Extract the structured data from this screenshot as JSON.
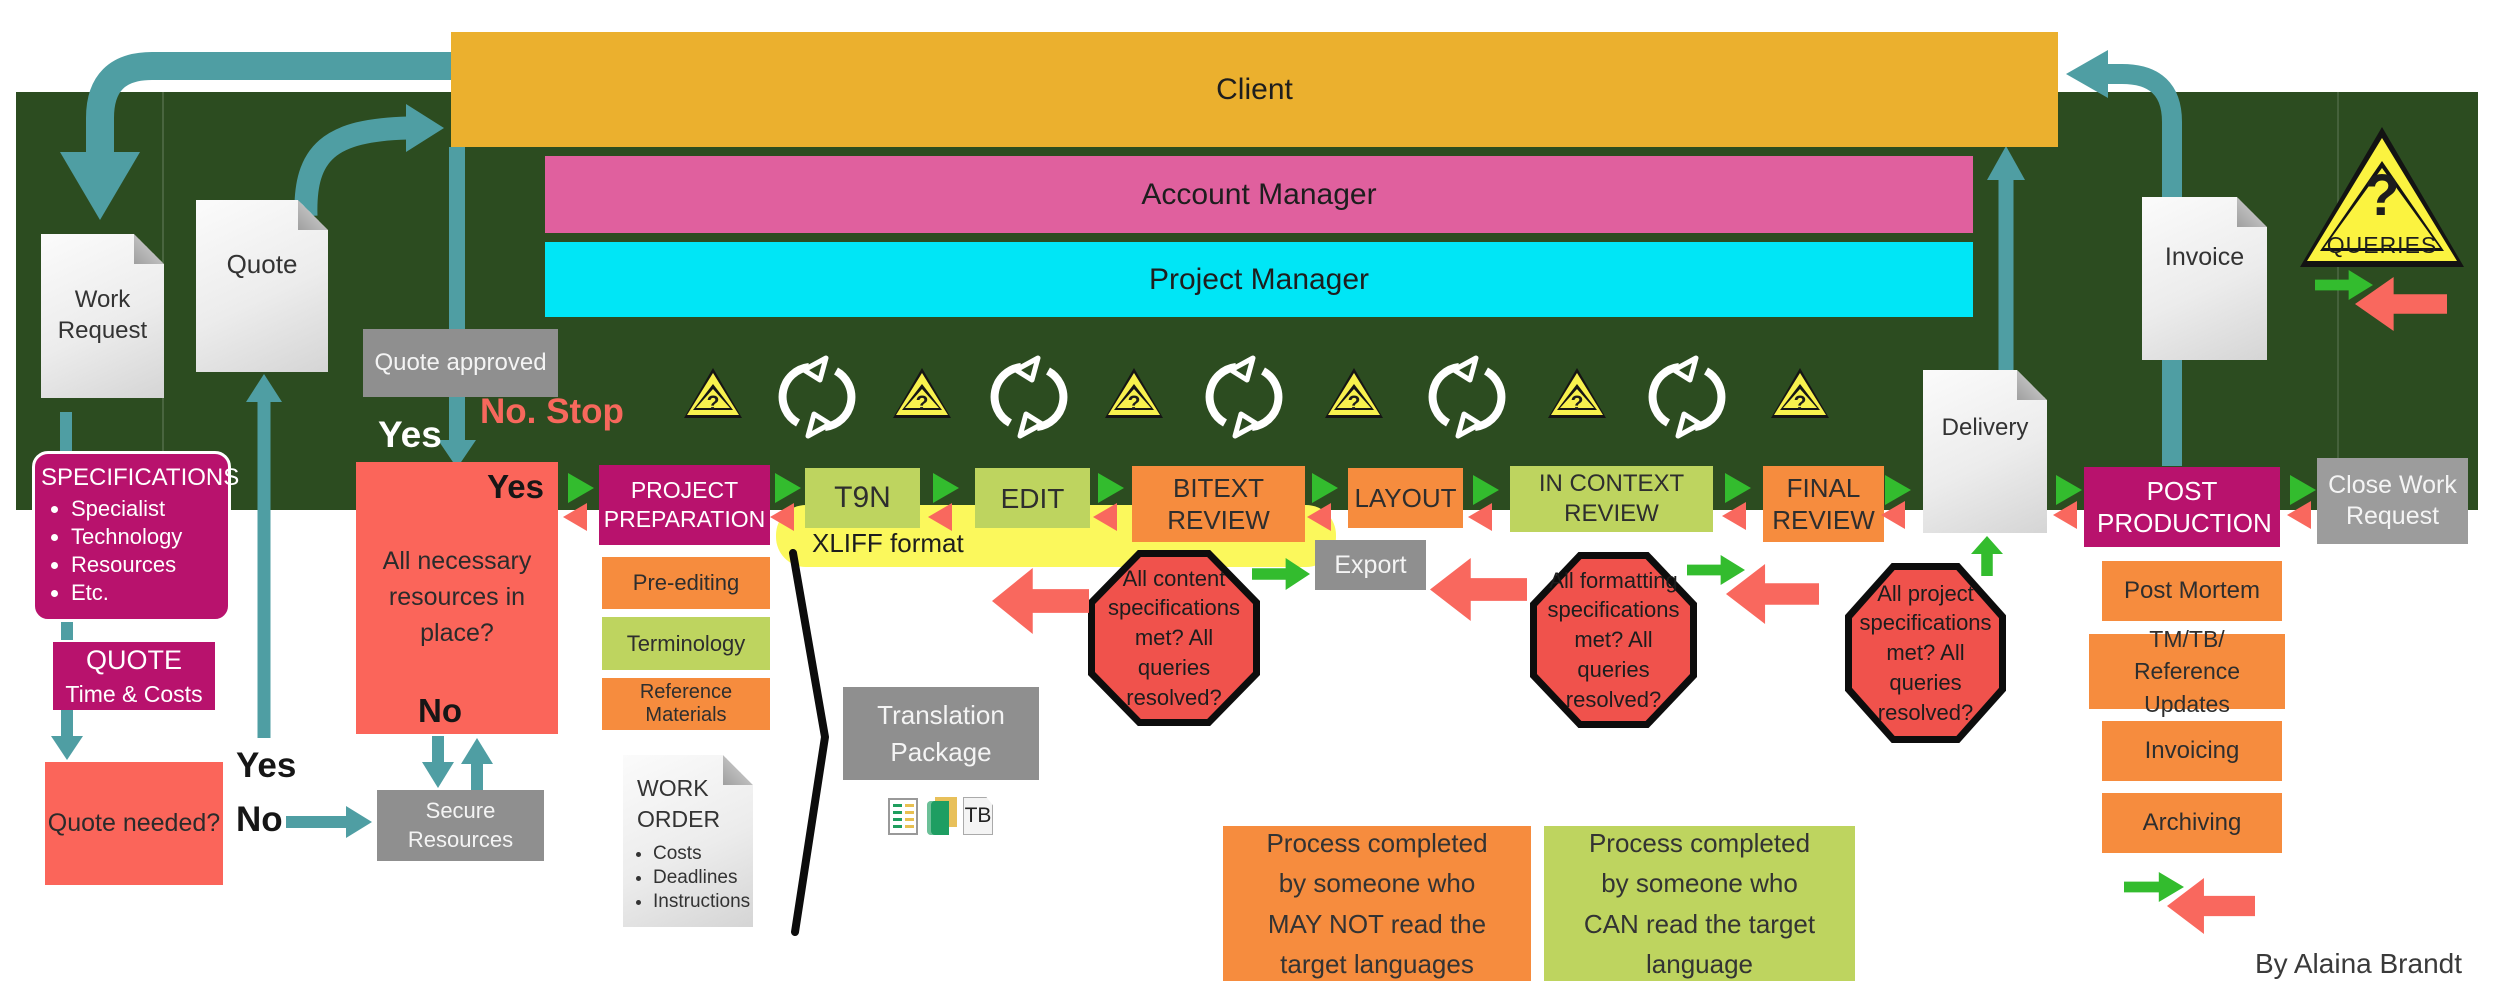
{
  "bars": {
    "client": "Client",
    "account_manager": "Account Manager",
    "project_manager": "Project Manager"
  },
  "docs": {
    "work_request": "Work Request",
    "quote": "Quote",
    "delivery": "Delivery",
    "invoice": "Invoice",
    "work_order": {
      "title": "WORK ORDER",
      "items": [
        "Costs",
        "Deadlines",
        "Instructions"
      ]
    }
  },
  "intake": {
    "quote_approved": "Quote approved",
    "yes": "Yes",
    "no_stop": "No. Stop",
    "specifications": {
      "title": "SPECIFICATIONS",
      "items": [
        "Specialist",
        "Technology",
        "Resources",
        "Etc."
      ]
    },
    "quote_box": {
      "title": "QUOTE",
      "subtitle": "Time & Costs"
    },
    "quote_needed": "Quote needed?",
    "branch_yes": "Yes",
    "branch_no": "No",
    "resources_question": "All necessary resources in place?",
    "resources_yes": "Yes",
    "resources_no": "No",
    "secure_resources": "Secure Resources"
  },
  "pipeline": {
    "stages": [
      {
        "label": "PROJECT PREPARATION"
      },
      {
        "label": "T9N"
      },
      {
        "label": "EDIT"
      },
      {
        "label": "BITEXT REVIEW"
      },
      {
        "label": "LAYOUT"
      },
      {
        "label": "IN CONTEXT REVIEW"
      },
      {
        "label": "FINAL REVIEW"
      },
      {
        "label": "POST PRODUCTION"
      },
      {
        "label": "Close Work Request"
      }
    ],
    "prep_tasks": [
      "Pre-editing",
      "Terminology",
      "Reference Materials"
    ],
    "post_tasks": [
      {
        "lines": [
          "Post Mortem"
        ]
      },
      {
        "lines": [
          "TM/TB/",
          "Reference Updates"
        ]
      },
      {
        "lines": [
          "Invoicing"
        ]
      },
      {
        "lines": [
          "Archiving"
        ]
      }
    ],
    "xliff_label": "XLIFF format",
    "export_label": "Export",
    "translation_package": "Translation Package",
    "tb_icon_label": "TB"
  },
  "checkpoints": [
    {
      "text": "All content specifications met? All queries resolved?"
    },
    {
      "text": "All formatting specifications met? All queries resolved?"
    },
    {
      "text": "All project specifications met? All queries resolved?"
    }
  ],
  "queries_sign": {
    "question_mark": "?",
    "label": "QUERIES"
  },
  "legend": [
    {
      "text": "Process completed by someone who MAY NOT read the target languages"
    },
    {
      "text": "Process completed by someone who CAN read the target language"
    }
  ],
  "credit": "By Alaina Brandt",
  "colors": {
    "background_green": "#2C4C20",
    "client_gold": "#EBB02E",
    "account_pink": "#E0609E",
    "project_cyan": "#00E6F6",
    "magenta": "#B8126D",
    "orange": "#F68C3E",
    "yellow_green": "#BED45F",
    "teal_arrow": "#4F9EA3",
    "forward_green": "#33BC2E",
    "back_salmon": "#F9685E",
    "warning_yellow": "#F8F14E"
  }
}
